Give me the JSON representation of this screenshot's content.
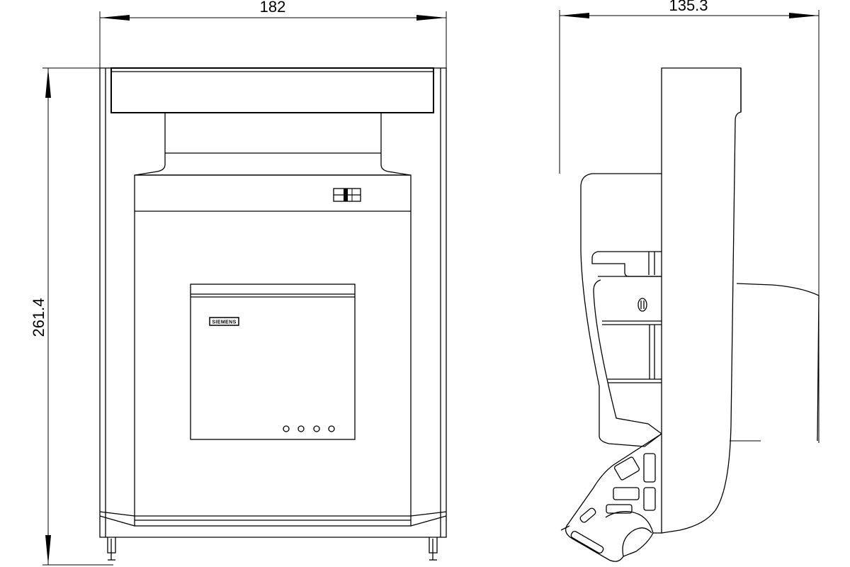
{
  "dimensions": {
    "width": "182",
    "depth": "135.3",
    "height": "261.4"
  },
  "logo": {
    "text": "SIEMENS"
  },
  "colors": {
    "line": "#000000",
    "background": "#ffffff"
  }
}
